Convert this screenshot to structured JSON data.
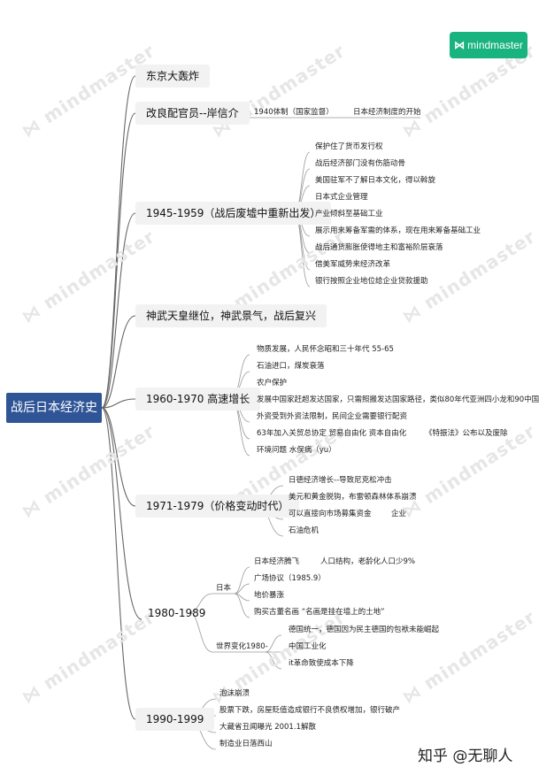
{
  "brand": {
    "icon": "mindmaster-logo-icon",
    "label": "mindmaster"
  },
  "watermark": "mindmaster",
  "root": "战后日本经济史",
  "branches": [
    {
      "label": "东京大轰炸"
    },
    {
      "label": "改良配官员--岸信介",
      "children": [
        "1940体制（国家监督）",
        "日本经济制度的开始"
      ]
    },
    {
      "label": "1945-1959（战后废墟中重新出发）",
      "children": [
        "保护住了货币发行权",
        "战后经济部门没有伤筋动骨",
        "美国驻军不了解日本文化，得以斡旋",
        "日本式企业管理",
        "产业倾斜至基础工业",
        "展示用来筹备军需的体系，现在用来筹备基础工业",
        "战后通货膨胀使得地主和富裕阶层衰落",
        "借美军威势来经济改革",
        "银行按照企业地位给企业贷款援助"
      ]
    },
    {
      "label": "神武天皇继位，神武景气，战后复兴"
    },
    {
      "label": "1960-1970 高速增长",
      "children": [
        "物质发展，人民怀念昭和三十年代 55-65",
        "石油进口，煤炭衰落",
        "农户保护",
        "发展中国家赶超发达国家，只需照搬发达国家路径，类似80年代亚洲四小龙和90中国",
        "外资受到外资法限制，民间企业需要银行配资",
        "63年加入关贸总协定 贸易自由化 资本自由化",
        "《特振法》公布以及废除",
        "环境问题 水俣病（yu）"
      ]
    },
    {
      "label": "1971-1979（价格变动时代）",
      "children": [
        "日德经济增长--导致尼克松冲击",
        "美元和黄金脱钩，布雷顿森林体系崩溃",
        "可以直接向市场募集资金",
        "企业",
        "石油危机"
      ]
    },
    {
      "label": "1980-1989",
      "groups": [
        {
          "label": "日本",
          "children": [
            "日本经济腾飞",
            "人口结构，老龄化人口少9%",
            "广场协议（1985.9）",
            "地价暴涨",
            "购买古董名画 “名画是挂在墙上的土地”"
          ]
        },
        {
          "label": "世界变化1980-",
          "children": [
            "德国统一，德国因为民主德国的包袱未能崛起",
            "中国工业化",
            "it革命致使成本下降"
          ]
        }
      ]
    },
    {
      "label": "1990-1999",
      "children": [
        "泡沫崩溃",
        "股票下跌，房屋贬值造成银行不良债权增加，银行破产",
        "大藏省丑闻曝光 2001.1解散",
        "制造业日落西山"
      ]
    }
  ],
  "footer": "知乎 @无聊人"
}
